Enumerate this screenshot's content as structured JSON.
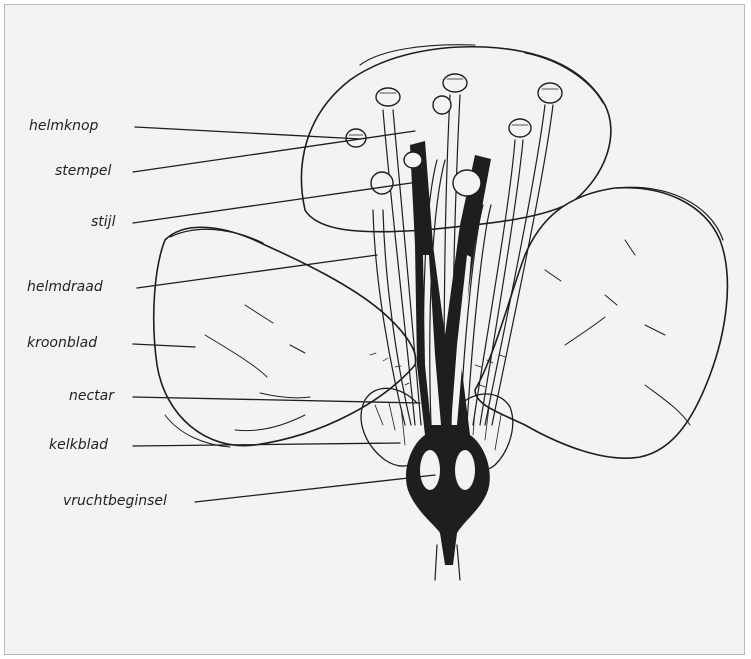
{
  "labels": {
    "helmknop": "helmknop",
    "stempel": "stempel",
    "stijl": "stijl",
    "helmdraad": "helmdraad",
    "kroonblad": "kroonblad",
    "nectar": "nectar",
    "kelkblad": "kelkblad",
    "vruchtbeginsel": "vruchtbeginsel"
  },
  "colors": {
    "background": "#f3f3f1",
    "ink": "#1e1e1e",
    "border": "#b9b9b5"
  }
}
